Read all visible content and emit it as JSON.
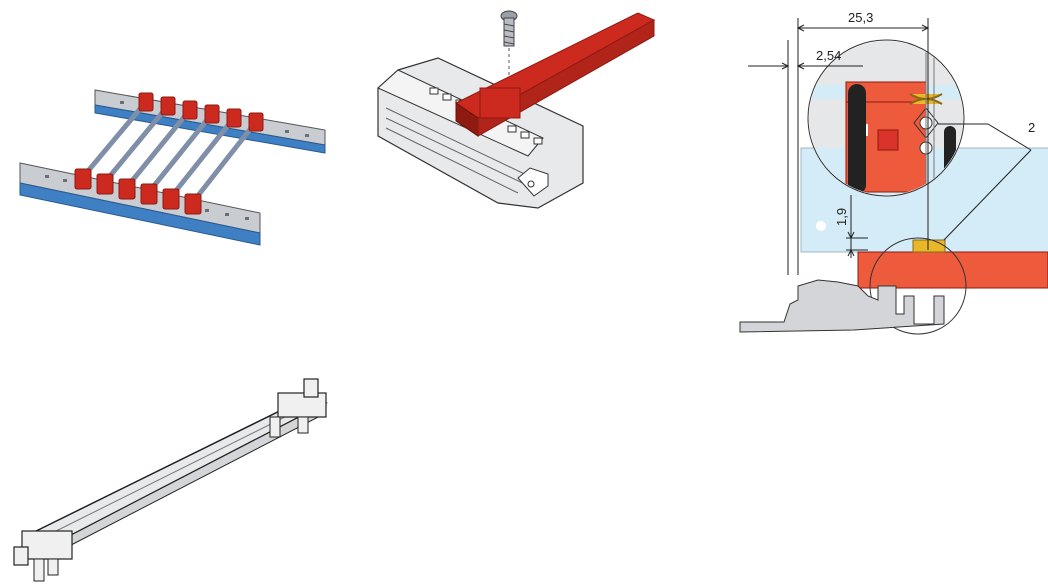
{
  "illustrations": {
    "guide_rail_assembly": {
      "icon": "card-guide-rail-assembly-icon"
    },
    "screw_mounting": {
      "icon": "card-guide-screw-mount-icon"
    },
    "single_card_guide": {
      "icon": "single-card-guide-rail-icon"
    }
  },
  "dimension_drawing": {
    "dim_width_total": "25,3",
    "dim_offset": "2,54",
    "dim_height": "1,9",
    "callout_number": "2"
  },
  "colors": {
    "guide_red": "#cc2a1e",
    "guide_red_dark": "#8e1a12",
    "rail_blue": "#3f7fc4",
    "rail_silver": "#c9ccd1",
    "pcb_light_blue": "#d4ecf7",
    "orange_red": "#ee5a3c",
    "gold": "#e8b82a"
  }
}
